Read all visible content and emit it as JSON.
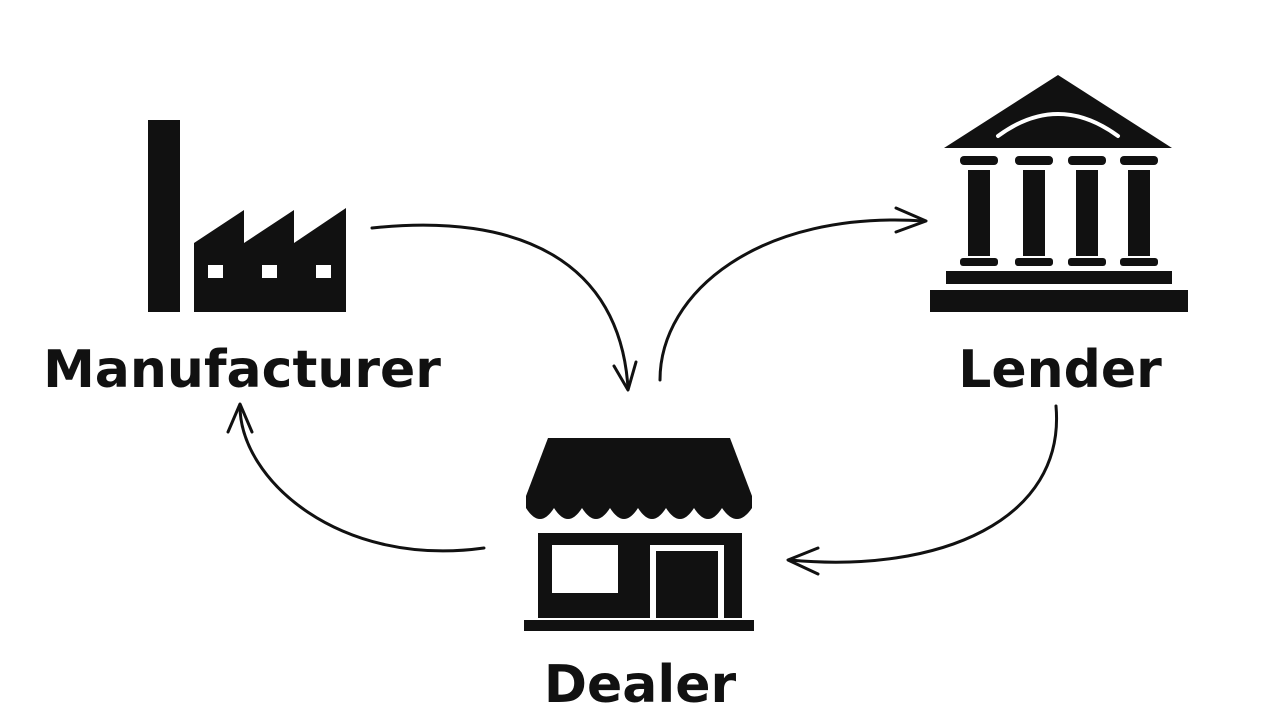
{
  "nodes": {
    "manufacturer": {
      "label": "Manufacturer",
      "icon": "factory-icon"
    },
    "lender": {
      "label": "Lender",
      "icon": "bank-icon"
    },
    "dealer": {
      "label": "Dealer",
      "icon": "storefront-icon"
    }
  },
  "edges": [
    {
      "from": "Manufacturer",
      "to": "Dealer"
    },
    {
      "from": "Dealer",
      "to": "Lender"
    },
    {
      "from": "Lender",
      "to": "Dealer"
    },
    {
      "from": "Dealer",
      "to": "Manufacturer"
    }
  ],
  "colors": {
    "ink": "#111111",
    "background": "#ffffff"
  }
}
